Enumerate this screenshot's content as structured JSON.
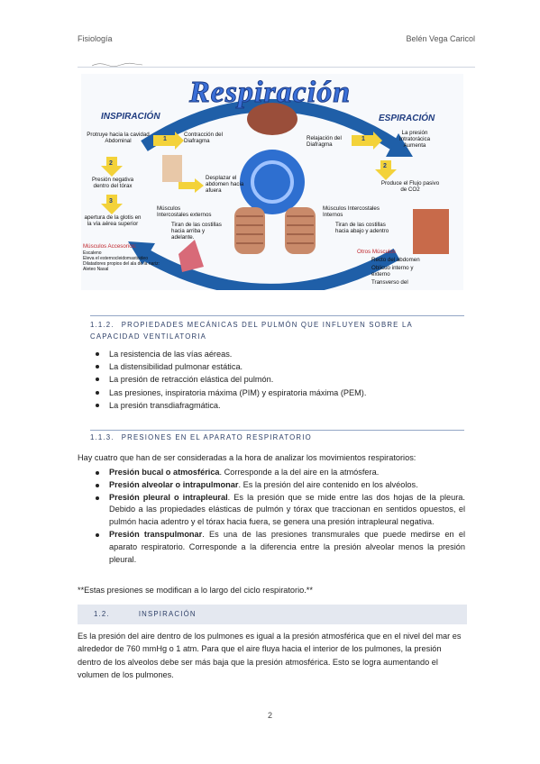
{
  "header": {
    "left": "Fisiología",
    "right": "Belén Vega Caricol"
  },
  "figure": {
    "title": "Respiración",
    "inspiracion_label": "INSPIRACIÓN",
    "espiracion_label": "ESPIRACIÓN",
    "left_texts": {
      "protruye": "Protruye hacia la cavidad Abdominal",
      "contraccion": "Contracción del Diafragma",
      "presion_neg": "Presión negativa dentro del tórax",
      "desplazar": "Desplazar el abdomen hacia afuera",
      "apertura": "apertura de la glotis en la vía aérea superior",
      "intercostales_ext": "Músculos Intercostales externos",
      "tiran_arriba": "Tiran de las costillas hacia arriba y adelante.",
      "accesorios_title": "Músculos Accesorios:",
      "accesorios_body": "Escaleno\nEleva el esternocleidomastoideo\nDilatadores propios del ala de la nariz:\nAleteo Nasal"
    },
    "right_texts": {
      "relajacion": "Relajación del Diafragma",
      "presion_intra": "La presión Intratorácica Aumenta",
      "flujo": "Produce el Flujo pasivo de CO2",
      "intercostales_int": "Músculos Intercostales Internos",
      "tiran_abajo": "Tiran de las costillas hacia abajo y adentro",
      "otros_title": "Otros Músculos",
      "otros_1": "Recto del abdomen",
      "otros_2": "Oblicuo interno y externo",
      "otros_3": "Transverso del"
    },
    "step_numbers": [
      "1",
      "2",
      "3"
    ]
  },
  "sections": [
    {
      "number": "1.1.2.",
      "title": "PROPIEDADES MECÁNICAS DEL PULMÓN QUE INFLUYEN SOBRE LA CAPACIDAD VENTILATORIA",
      "bullets": [
        "La resistencia de las vías aéreas.",
        "La distensibilidad pulmonar estática.",
        "La presión de retracción elástica del pulmón.",
        "Las presiones, inspiratoria máxima (PIM) y espiratoria máxima (PEM).",
        "La presión transdiafragmática."
      ]
    },
    {
      "number": "1.1.3.",
      "title": "PRESIONES EN EL APARATO RESPIRATORIO",
      "intro": "Hay cuatro que han de ser consideradas a la hora de analizar los movimientos respiratorios:",
      "bullets": [
        {
          "term": "Presión bucal o atmosférica",
          "text": ". Corresponde a la del aire en la atmósfera."
        },
        {
          "term": "Presión alveolar o intrapulmonar",
          "text": ". Es la presión del aire contenido en los alvéolos."
        },
        {
          "term": "Presión pleural o intrapleural",
          "text": ". Es la presión que se mide entre las dos hojas de la pleura. Debido a las propiedades elásticas de pulmón y tórax que traccionan en sentidos opuestos, el pulmón hacia adentro y el tórax hacia fuera, se genera una presión intrapleural negativa."
        },
        {
          "term": "Presión transpulmonar",
          "text": ". Es una de las presiones transmurales que puede medirse en el aparato respiratorio. Corresponde a la diferencia entre la presión alveolar menos la presión pleural."
        }
      ],
      "note": "**Estas presiones se modifican a lo largo del ciclo respiratorio.**"
    },
    {
      "number": "1.2.",
      "title": "INSPIRACIÓN",
      "paragraph": "Es la presión del aire dentro de los pulmones es igual a la presión atmosférica que en el nivel del mar es alrededor de 760 mmHg o 1 atm. Para que el aire fluya hacia el interior de los pulmones, la presión dentro de los alveolos debe ser más baja que la presión atmosférica. Esto se logra aumentando el volumen de los pulmones."
    }
  ],
  "page_number": "2",
  "colors": {
    "accent": "#2c3e66",
    "rule": "#93a6c6",
    "shade": "#e4e8f0",
    "figure_blue": "#1f5fa8",
    "figure_yellow": "#f3d23a"
  }
}
